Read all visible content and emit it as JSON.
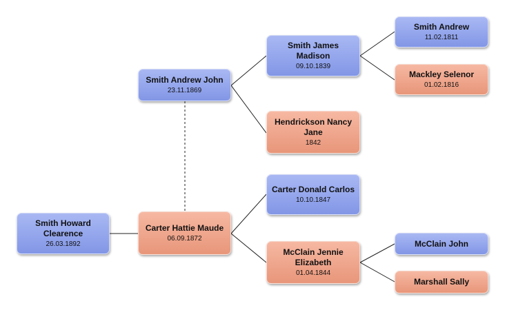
{
  "colors": {
    "male": "#8ea0ea",
    "female": "#efa68c",
    "line": "#222222"
  },
  "people": {
    "howard": {
      "name": "Smith Howard Clearence",
      "date": "26.03.1892"
    },
    "andrew_john": {
      "name": "Smith Andrew John",
      "date": "23.11.1869"
    },
    "hattie": {
      "name": "Carter Hattie Maude",
      "date": "06.09.1872"
    },
    "james": {
      "name": "Smith James Madison",
      "date": "09.10.1839"
    },
    "nancy": {
      "name": "Hendrickson Nancy Jane",
      "date": "1842"
    },
    "donald": {
      "name": "Carter Donald Carlos",
      "date": "10.10.1847"
    },
    "jennie": {
      "name": "McClain Jennie Elizabeth",
      "date": "01.04.1844"
    },
    "andrew": {
      "name": "Smith Andrew",
      "date": "11.02.1811"
    },
    "selenor": {
      "name": "Mackley Selenor",
      "date": "01.02.1816"
    },
    "mcclain_john": {
      "name": "McClain John",
      "date": ""
    },
    "sally": {
      "name": "Marshall Sally",
      "date": ""
    }
  }
}
